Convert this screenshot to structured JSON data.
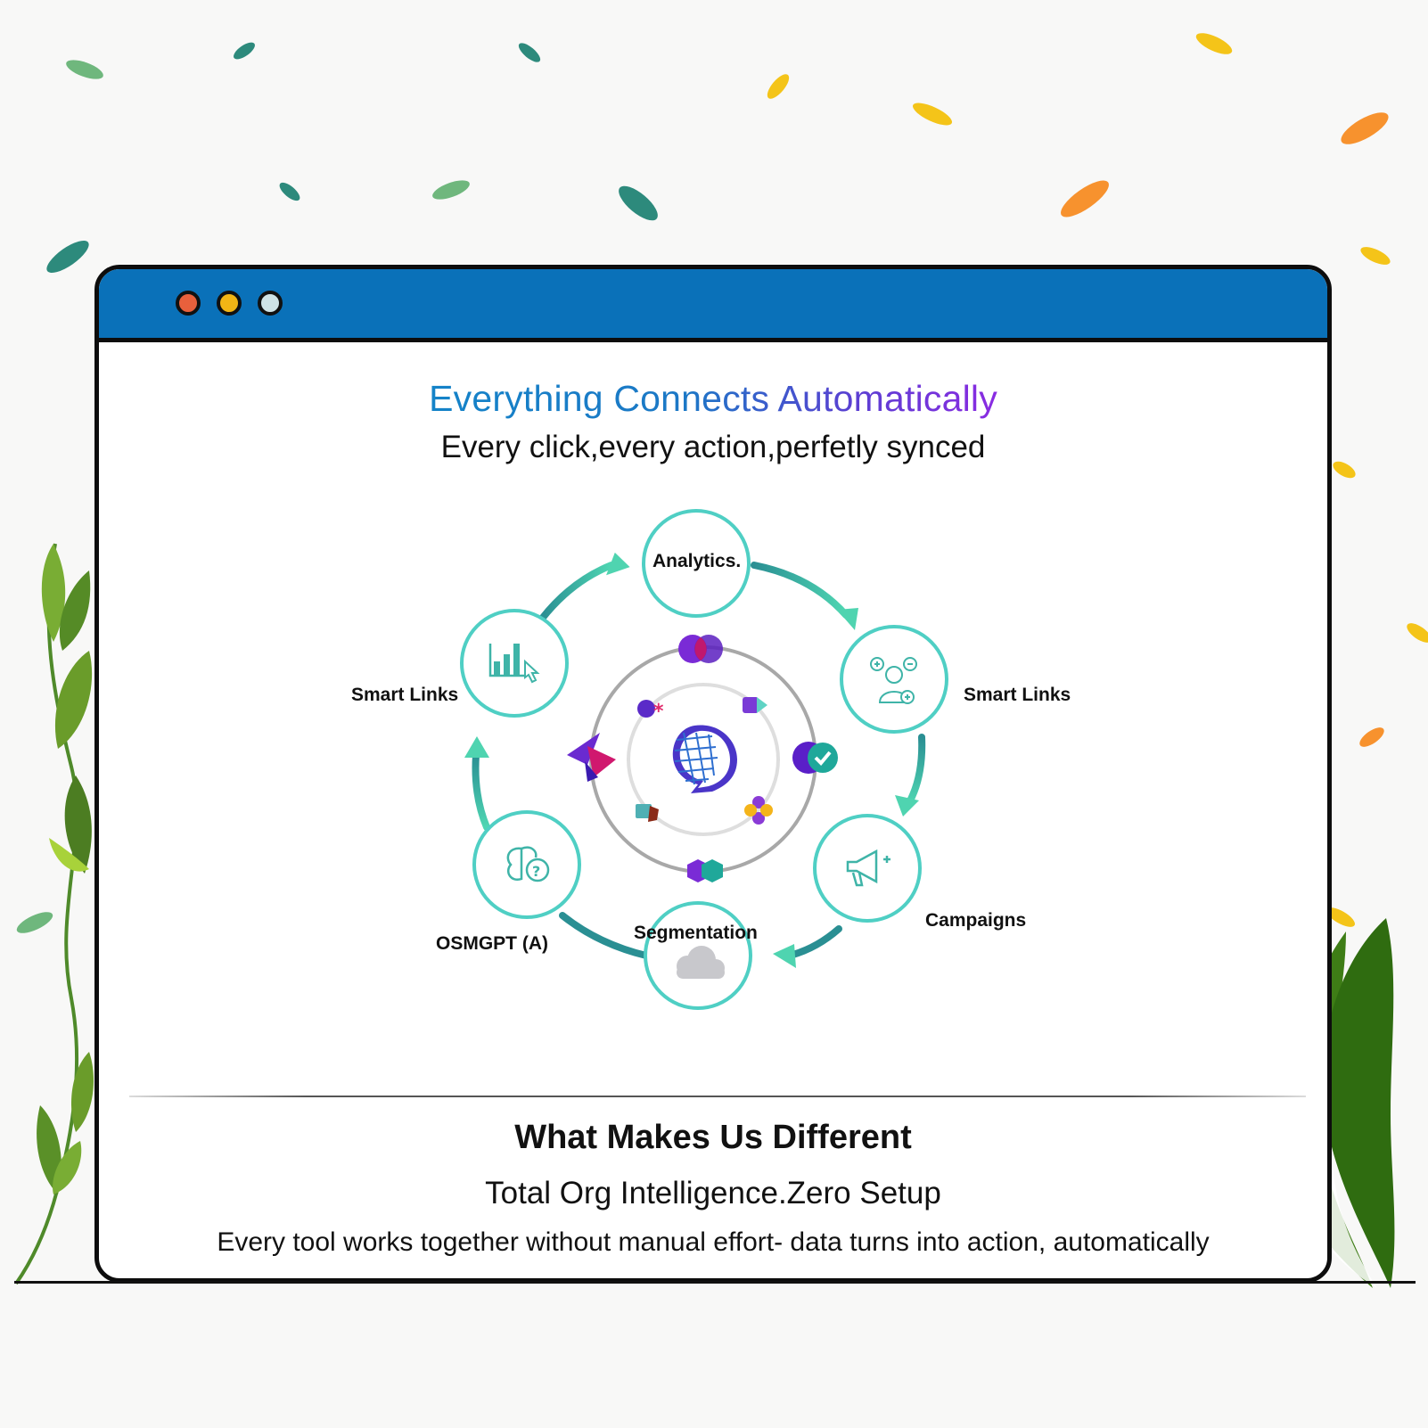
{
  "window": {
    "controls": [
      "close",
      "minimize",
      "maximize"
    ]
  },
  "hero": {
    "title": "Everything Connects Automatically",
    "subtitle": "Every click,every action,perfetly synced"
  },
  "cycle": {
    "nodes": [
      {
        "label": "Analytics.",
        "icon": "analytics-label"
      },
      {
        "label": "Smart Links",
        "icon": "user-add-remove-icon"
      },
      {
        "label": "Campaigns",
        "icon": "megaphone-icon"
      },
      {
        "label": "Segmentation",
        "icon": "cloud-icon"
      },
      {
        "label": "OSMGPT (A)",
        "icon": "brain-question-icon"
      },
      {
        "label": "Smart Links",
        "icon": "bar-chart-click-icon"
      }
    ],
    "center_icon": "ai-head-icon",
    "orbit_icons": [
      "venn-circles-icon",
      "gem-icon",
      "check-badge-icon",
      "flower-icon",
      "hexagons-icon",
      "cube-icon",
      "bowtie-icon",
      "star-burst-icon"
    ],
    "colors": {
      "ring": "#4fd0c4",
      "arrow": "#2aa39a",
      "arrow_head": "#4fd4b0"
    }
  },
  "different": {
    "title": "What Makes Us  Different",
    "subtitle": "Total Org Intelligence.Zero Setup",
    "body": "Every tool works together without manual effort- data turns into action, automatically"
  },
  "colors": {
    "title_bar": "#0a71b9",
    "background": "#f8f8f7"
  }
}
